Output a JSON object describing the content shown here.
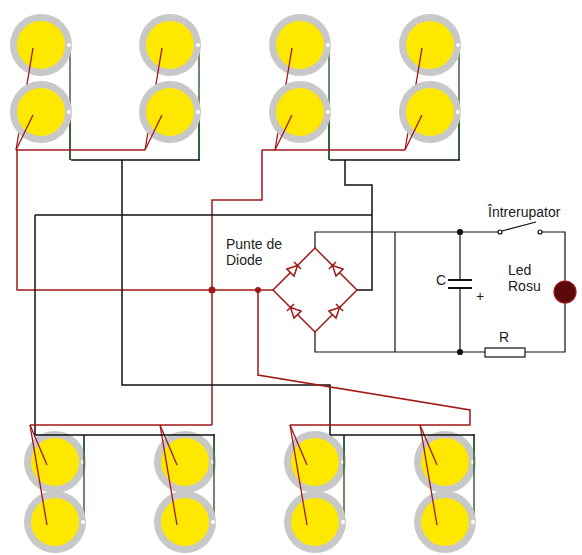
{
  "diagram": {
    "labels": [
      "Punte de Diode",
      "C",
      "+",
      "Întrerupator",
      "Led Rosu",
      "R"
    ]
  }
}
